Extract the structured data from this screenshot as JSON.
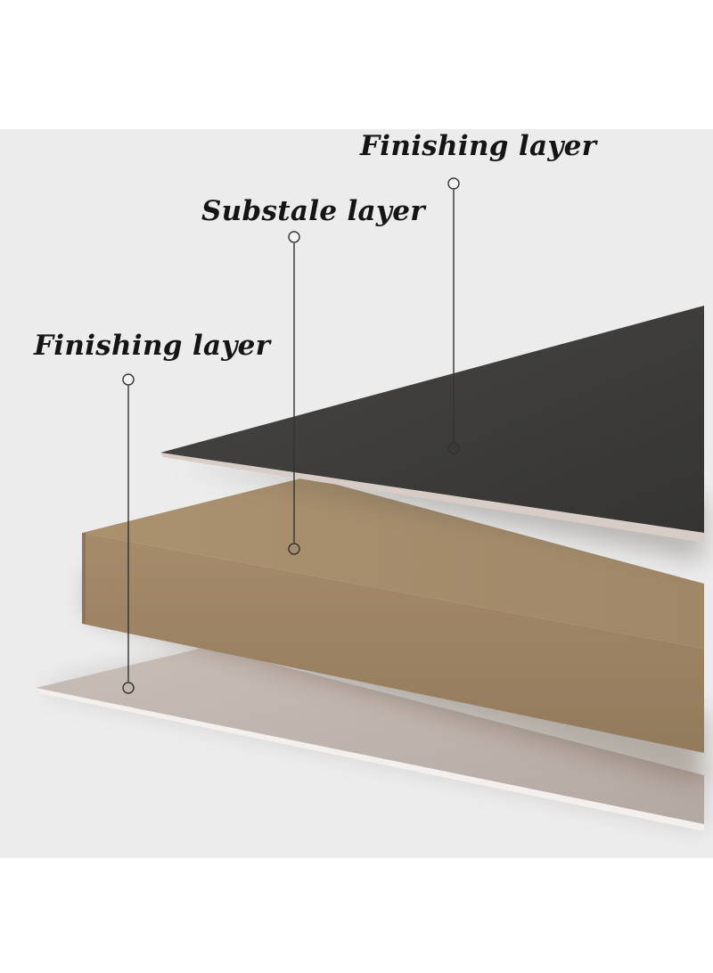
{
  "labels": {
    "top_finishing": "Finishing layer",
    "substrate": "Substale layer",
    "bottom_finishing": "Finishing layer"
  },
  "colors": {
    "background_panel": "#ececec",
    "top_layer": "#3f3e3c",
    "substrate_layer": "#a48b6b",
    "bottom_layer": "#bcb0aa",
    "leader_line": "#333333"
  }
}
